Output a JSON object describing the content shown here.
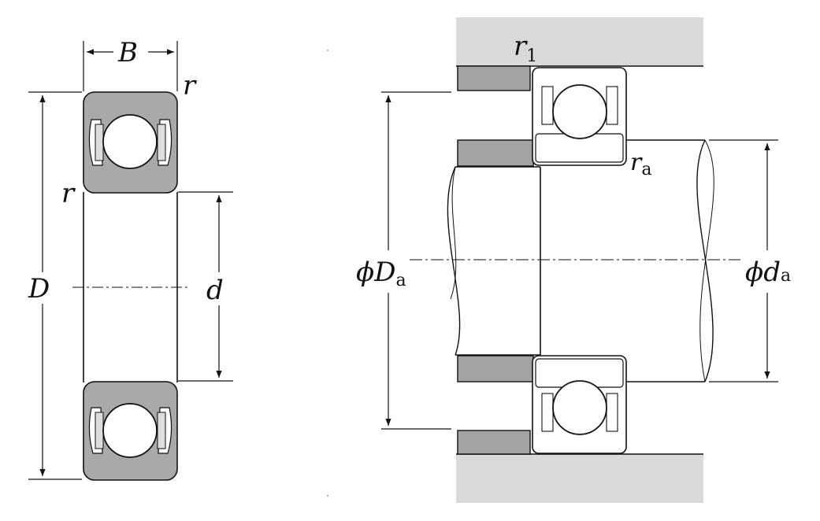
{
  "labels": {
    "B": "B",
    "r_top": "r",
    "r_side": "r",
    "D": "D",
    "d": "d",
    "r1_main": "r",
    "r1_sub": "1",
    "ra_main": "r",
    "ra_sub": "a",
    "phiDa_phi": "ϕ",
    "phiDa_main": "D",
    "phiDa_sub": "a",
    "phida_phi": "ϕ",
    "phida_main": "d",
    "phida_sub": "a"
  },
  "colors": {
    "line": "#111111",
    "ring_fill": "#a9a9a9",
    "housing_fill": "#d9d9d9",
    "shoulder_fill": "#a3a3a3",
    "white": "#ffffff"
  }
}
